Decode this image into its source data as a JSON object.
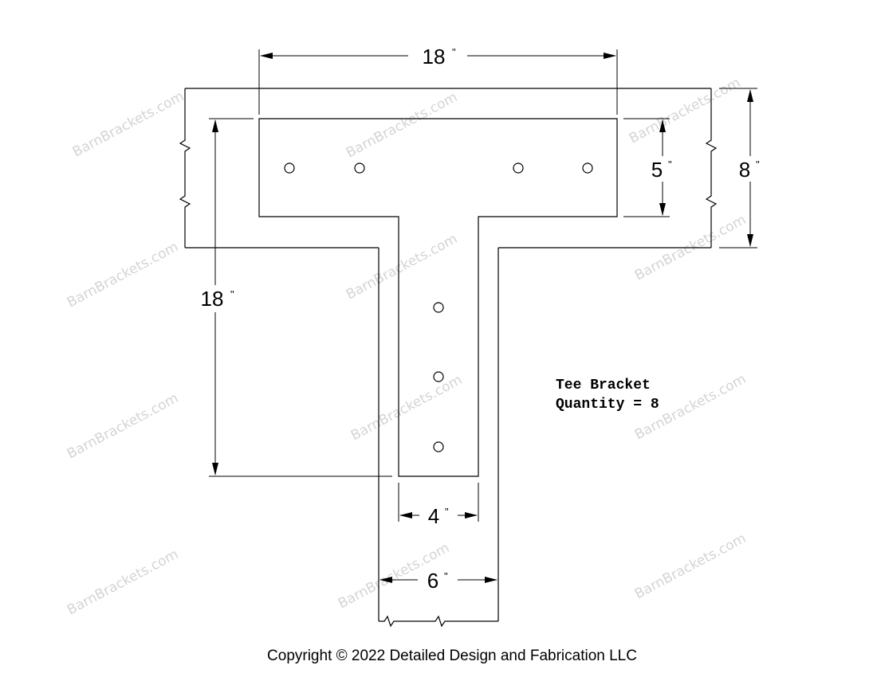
{
  "watermark": "BarnBrackets.com",
  "dimensions": {
    "top_width": "18",
    "arm_height": "5",
    "beam_height": "8",
    "leg_length": "18",
    "leg_width": "4",
    "post_width": "6",
    "inch_mark": "\""
  },
  "note": {
    "line1": "Tee Bracket",
    "line2": "Quantity = 8"
  },
  "copyright": "Copyright © 2022 Detailed Design and Fabrication LLC"
}
